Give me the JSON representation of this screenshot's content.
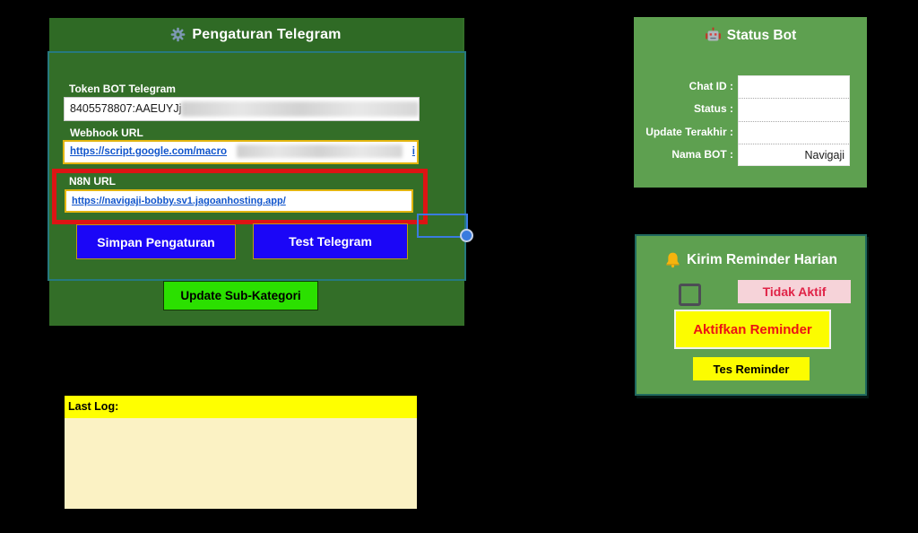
{
  "colors": {
    "background": "#000000",
    "panel_dark_green": "#336e28",
    "panel_light_green": "#5ea050",
    "teal_border": "#26797f",
    "highlight_red": "#dd1414",
    "button_blue": "#1b06f7",
    "button_bright_green": "#2be000",
    "button_yellow": "#fcfc00",
    "badge_pink": "#f6d3d9",
    "badge_red_text": "#e02347",
    "log_yellow": "#ffff00",
    "log_cream": "#fbf2c4",
    "link_blue": "#1155cc",
    "selection_blue": "#3a7bdf"
  },
  "telegram_panel": {
    "icon": "gear-icon",
    "title": "Pengaturan Telegram",
    "fields": [
      {
        "label": "Token BOT Telegram",
        "value": "8405578807:AAEUYJj",
        "redacted": true
      },
      {
        "label": "Webhook URL",
        "value": "https://script.google.com/macro",
        "tail": "i",
        "redacted": true
      },
      {
        "label": "N8N URL",
        "value": "https://navigaji-bobby.sv1.jagoanhosting.app/",
        "redacted": false
      }
    ],
    "buttons": {
      "save": "Simpan Pengaturan",
      "test": "Test Telegram",
      "update": "Update Sub-Kategori"
    }
  },
  "status_panel": {
    "icon": "robot-icon",
    "title": "Status Bot",
    "rows": [
      {
        "label": "Chat ID :",
        "value": ""
      },
      {
        "label": "Status :",
        "value": ""
      },
      {
        "label": "Update Terakhir :",
        "value": ""
      },
      {
        "label": "Nama BOT :",
        "value": "Navigaji"
      }
    ]
  },
  "reminder_panel": {
    "icon": "bell-icon",
    "title": "Kirim Reminder Harian",
    "checkbox_checked": false,
    "status_badge": "Tidak Aktif",
    "activate_button": "Aktifkan Reminder",
    "test_button": "Tes Reminder"
  },
  "log_panel": {
    "title": "Last Log:",
    "content": ""
  }
}
